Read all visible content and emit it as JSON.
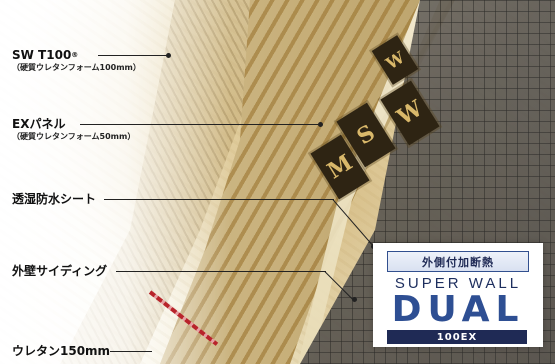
{
  "callouts": [
    {
      "name": "SW T100",
      "mark": "®",
      "sub": "（硬質ウレタンフォーム100mm）"
    },
    {
      "name": "EXパネル",
      "sub": "（硬質ウレタンフォーム50mm）"
    },
    {
      "name": "透湿防水シート"
    },
    {
      "name": "外壁サイディング"
    },
    {
      "name": "ウレタン150mm"
    }
  ],
  "panel_logo": "MSW",
  "badge": {
    "top_label": "外側付加断熱",
    "brand": "SUPER WALL",
    "product": "DUAL",
    "model": "100EX"
  },
  "colors": {
    "badge_blue": "#2e4f93",
    "badge_navy": "#1f2a55",
    "wire_red": "#b8242b"
  }
}
